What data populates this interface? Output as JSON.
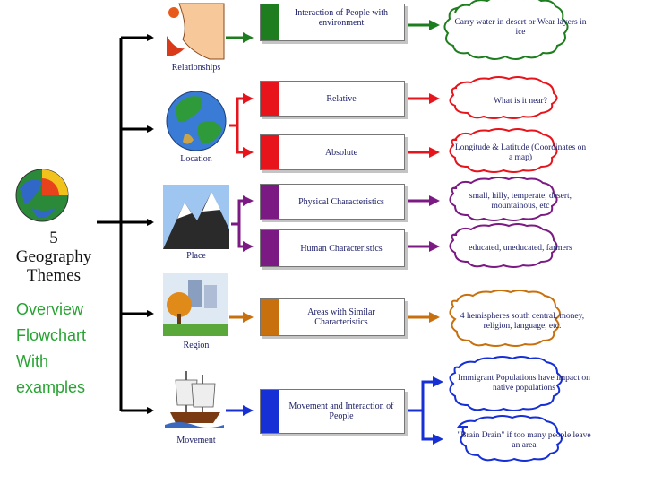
{
  "title": {
    "number": "5",
    "line1": "Geography",
    "line2": "Themes"
  },
  "subtitle": [
    "Overview",
    "Flowchart",
    "With",
    "examples"
  ],
  "themes": [
    {
      "label": "Relationships",
      "icon": "person-environment-icon"
    },
    {
      "label": "Location",
      "icon": "globe-icon"
    },
    {
      "label": "Place",
      "icon": "mountain-icon"
    },
    {
      "label": "Region",
      "icon": "city-park-icon"
    },
    {
      "label": "Movement",
      "icon": "sailing-ship-icon"
    }
  ],
  "boxes": [
    {
      "text": "Interaction of People with environment",
      "color": "#1e7d1e"
    },
    {
      "text": "Relative",
      "color": "#e8141c"
    },
    {
      "text": "Absolute",
      "color": "#e8141c"
    },
    {
      "text": "Physical Characteristics",
      "color": "#7b1a83"
    },
    {
      "text": "Human Characteristics",
      "color": "#7b1a83"
    },
    {
      "text": "Areas with Similar Characteristics",
      "color": "#c8700d"
    },
    {
      "text": "Movement and Interaction of People",
      "color": "#1730d6"
    }
  ],
  "examples": [
    {
      "text": "Carry water in desert or Wear layers in ice",
      "color": "#1e7d1e"
    },
    {
      "text": "What is it near?",
      "color": "#e8141c"
    },
    {
      "text": "Longitude & Latitude (Coordinates on a map)",
      "color": "#e8141c"
    },
    {
      "text": "small, hilly, temperate, desert, mountainous, etc",
      "color": "#7b1a83"
    },
    {
      "text": "educated, uneducated, farmers",
      "color": "#7b1a83"
    },
    {
      "text": "4 hemispheres south central, money, religion, language, etc.",
      "color": "#c8700d"
    },
    {
      "text": "Immigrant Populations have impact on native populations",
      "color": "#1730d6"
    },
    {
      "text": "\"Brain Drain\" if too many people leave an area",
      "color": "#1730d6"
    }
  ]
}
